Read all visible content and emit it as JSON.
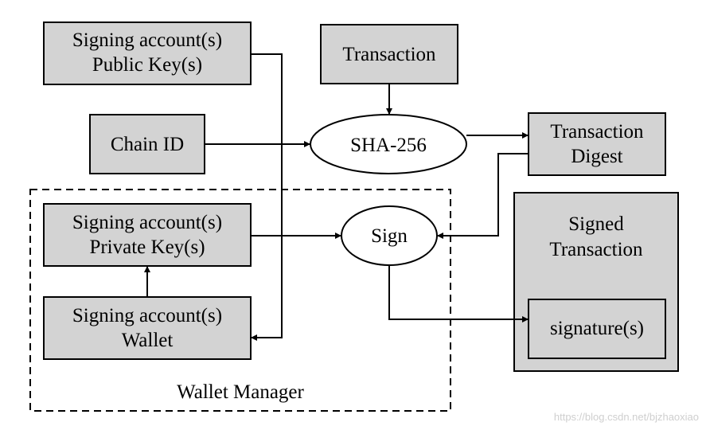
{
  "nodes": {
    "pubkey": {
      "line1": "Signing account(s)",
      "line2": "Public Key(s)"
    },
    "transaction": {
      "label": "Transaction"
    },
    "chain_id": {
      "label": "Chain ID"
    },
    "sha256": {
      "label": "SHA-256"
    },
    "digest": {
      "line1": "Transaction",
      "line2": "Digest"
    },
    "privkey": {
      "line1": "Signing account(s)",
      "line2": "Private Key(s)"
    },
    "sign": {
      "label": "Sign"
    },
    "wallet": {
      "line1": "Signing account(s)",
      "line2": "Wallet"
    },
    "signed_tx": {
      "line1": "Signed",
      "line2": "Transaction"
    },
    "signature": {
      "label": "signature(s)"
    }
  },
  "groups": {
    "wallet_manager": {
      "label": "Wallet Manager"
    }
  },
  "watermark": "https://blog.csdn.net/bjzhaoxiao"
}
